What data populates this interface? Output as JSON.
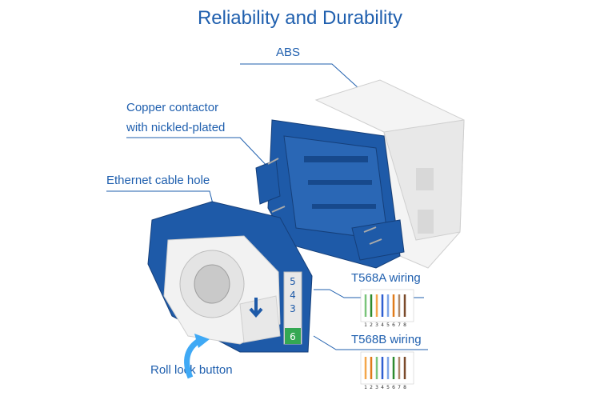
{
  "title": "Reliability and Durability",
  "labels": {
    "abs": "ABS",
    "copper_line1": "Copper contactor",
    "copper_line2": "with nickled-plated",
    "ethernet_hole": "Ethernet cable hole",
    "t568a": "T568A wiring",
    "t568b": "T568B wiring",
    "roll_lock": "Roll lock button"
  },
  "pin_numbers": [
    "1",
    "2",
    "3",
    "4",
    "5",
    "6",
    "7",
    "8"
  ],
  "jack_digits": [
    "5",
    "4",
    "3",
    "6"
  ],
  "colors": {
    "accent": "#1f5fae",
    "body_blue": "#1e5aa8",
    "body_white": "#f2f2f2",
    "callout_line": "#1f5fae"
  }
}
